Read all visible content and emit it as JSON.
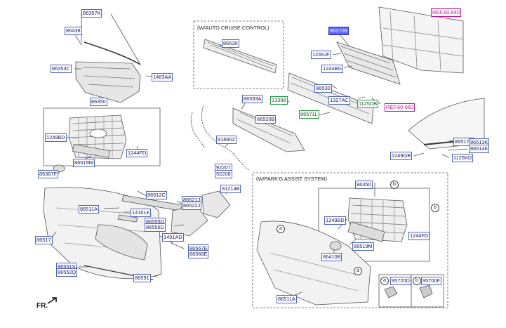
{
  "sections": {
    "cruise": "(W/AUTO CRUISE CONTROL)",
    "park": "(W/PARK'G ASSIST SYSTEM)"
  },
  "orientation": "FR.",
  "parts": {
    "p86357K": "86357K",
    "p86438": "86438",
    "p86353C": "86353C",
    "p1463AA": "1463AA",
    "p86350a": "86350",
    "p1249BDa": "1249BD",
    "p1244FDa": "1244FD",
    "p86519Ma": "86519M",
    "p86367F": "86367F",
    "p86530a": "86530",
    "p86593A": "86593A",
    "p86520B": "86520B",
    "p13398": "13398",
    "p86571L": "86571L",
    "p91890Z": "91890Z",
    "p92207": "92207",
    "p92208": "92208",
    "p91214B": "91214B",
    "p86370B": "86370B",
    "p1249JF": "1249JF",
    "p1244BG": "1244BG",
    "p86530b": "86530",
    "p1327AC": "1327AC",
    "p1125DB": "1125DB",
    "ref640": "REF.60-640",
    "ref660": "REF.60-660",
    "p86517G": "86517G",
    "p86513K": "86513K",
    "p86514K": "86514K",
    "p1249GB": "1249GB",
    "p1125KD": "1125KD",
    "p86512C": "86512C",
    "p86511Aa": "86511A",
    "p1416LK": "1416LK",
    "p86521J": "86521J",
    "p86522J": "86522J",
    "p86555D": "86555D",
    "p86556D": "86556D",
    "p1491AD": "1491AD",
    "p86517": "86517",
    "p86567E": "86567E",
    "p86568E": "86568E",
    "p86551S": "86551S",
    "p86552Q": "86552Q",
    "p86591": "86591",
    "p86350b": "86350",
    "p1249BDb": "1249BD",
    "p1244FDb": "1244FD",
    "p86519Mb": "86519M",
    "p86410B": "86410B",
    "p86511Ab": "86511A",
    "p95720D": "95720D",
    "p95700F": "95700F"
  },
  "callouts": {
    "a": "a",
    "b": "b"
  }
}
